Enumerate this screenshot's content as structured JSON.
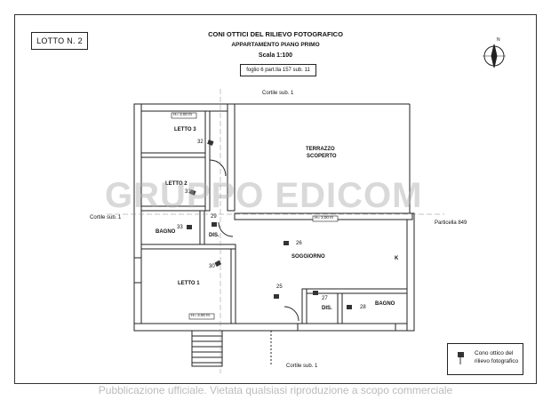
{
  "lot": "LOTTO N. 2",
  "header": {
    "title": "CONI OTTICI DEL RILIEVO FOTOGRAFICO",
    "subtitle": "APPARTAMENTO PIANO PRIMO",
    "scale": "Scala 1:100",
    "cadastral_ref": "foglio 6 part.lla 157 sub. 11"
  },
  "exterior": {
    "cortile_top": "Cortile sub. 1",
    "cortile_left": "Cortile sub. 1",
    "cortile_bottom": "Cortile sub. 1",
    "particella": "Particella 849"
  },
  "rooms": {
    "letto3": "LETTO 3",
    "letto2": "LETTO 2",
    "letto1": "LETTO 1",
    "bagno_left": "BAGNO",
    "dis_left": "DIS.",
    "terrazzo_line1": "TERRAZZO",
    "terrazzo_line2": "SCOPERTO",
    "soggiorno": "SOGGIORNO",
    "k": "K",
    "dis_right": "DIS.",
    "bagno_right": "BAGNO"
  },
  "heights": {
    "letto3": "H= 3.00 m",
    "terrazzo": "H= 3.00 m",
    "letto1": "H= 3.00 m"
  },
  "photo_points": [
    "25",
    "26",
    "27",
    "28",
    "29",
    "30",
    "31",
    "32",
    "33"
  ],
  "compass_label": "N",
  "legend": {
    "line1": "Cono ottico del",
    "line2": "rilievo fotografico"
  },
  "watermark": "GRUPPO EDICOM",
  "footer": "Pubblicazione ufficiale. Vietata qualsiasi riproduzione a scopo commerciale"
}
